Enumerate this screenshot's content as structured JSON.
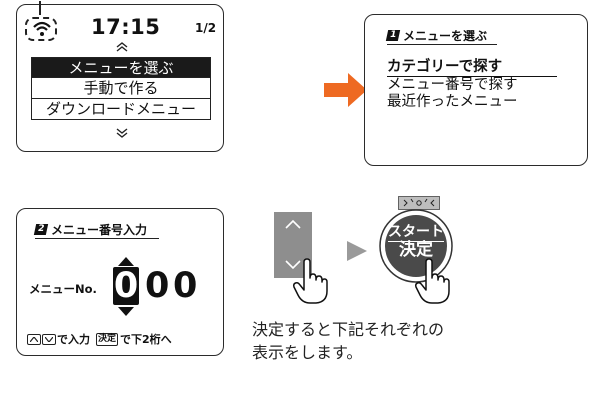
{
  "screen1": {
    "time": "17:15",
    "page_indicator": "1/2",
    "menu_items": [
      {
        "label": "メニューを選ぶ",
        "selected": true
      },
      {
        "label": "手動で作る",
        "selected": false
      },
      {
        "label": "ダウンロードメニュー",
        "selected": false
      }
    ]
  },
  "screen2": {
    "header_number": "1",
    "header_title": "メニューを選ぶ",
    "items": [
      {
        "label": "カテゴリーで探す",
        "selected": true
      },
      {
        "label": "メニュー番号で探す",
        "selected": false
      },
      {
        "label": "最近作ったメニュー",
        "selected": false
      }
    ]
  },
  "screen3": {
    "header_number": "2",
    "header_title": "メニュー番号入力",
    "menu_no_label": "メニューNo.",
    "digits": [
      "0",
      "0",
      "0"
    ],
    "help_input": "で入力",
    "help_confirm_key": "決定",
    "help_next": "で下2桁へ"
  },
  "start_button": {
    "label_top": "スタート",
    "label_bottom": "決定"
  },
  "caption": {
    "line1": "決定すると下記それぞれの",
    "line2": "表示をします。"
  },
  "colors": {
    "arrow": "#ee6a22",
    "button_face": "#4a4a4a",
    "dpad": "#8e8e8e",
    "play_arrow": "#9a9a9a"
  },
  "icons": {
    "wifi": "wifi-icon",
    "hand": "hand-pointer-icon",
    "beep": "beep-icon"
  }
}
